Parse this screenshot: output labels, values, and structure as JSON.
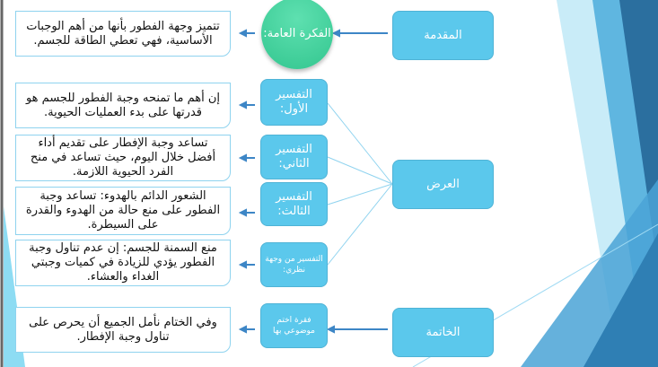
{
  "main": {
    "intro": "المقدمة",
    "body": "العرض",
    "conclusion": "الخاتمة"
  },
  "idea": {
    "label": "الفكرة العامة:",
    "text": "تتميز وجهة الفطور بأنها من أهم الوجبات الأساسية، فهي تعطي الطاقة للجسم."
  },
  "explanations": [
    {
      "label": "التفسير الأول:",
      "text": "إن أهم ما تمنحه وجبة الفطور للجسم هو قدرتها على بدء العمليات الحيوية."
    },
    {
      "label": "التفسير الثاني:",
      "text": "تساعد وجبة الإفطار على تقديم أداء أفضل خلال اليوم، حيث تساعد في منح الفرد الحيوية اللازمة."
    },
    {
      "label": "التفسير الثالث:",
      "text": "الشعور الدائم بالهدوء: تساعد وجبة الفطور على منع حالة من الهدوء والقدرة على السيطرة."
    },
    {
      "label": "التفسير من وجهة نظري:",
      "text": "منع السمنة للجسم: إن عدم تناول وجبة الفطور يؤدي للزيادة في كميات وجبتي الغداء والعشاء."
    }
  ],
  "closing": {
    "label": "فقرة اختم موضوعي بها",
    "text": "وفي الختام نأمل الجميع أن يحرص على تناول وجبة الإفطار."
  }
}
